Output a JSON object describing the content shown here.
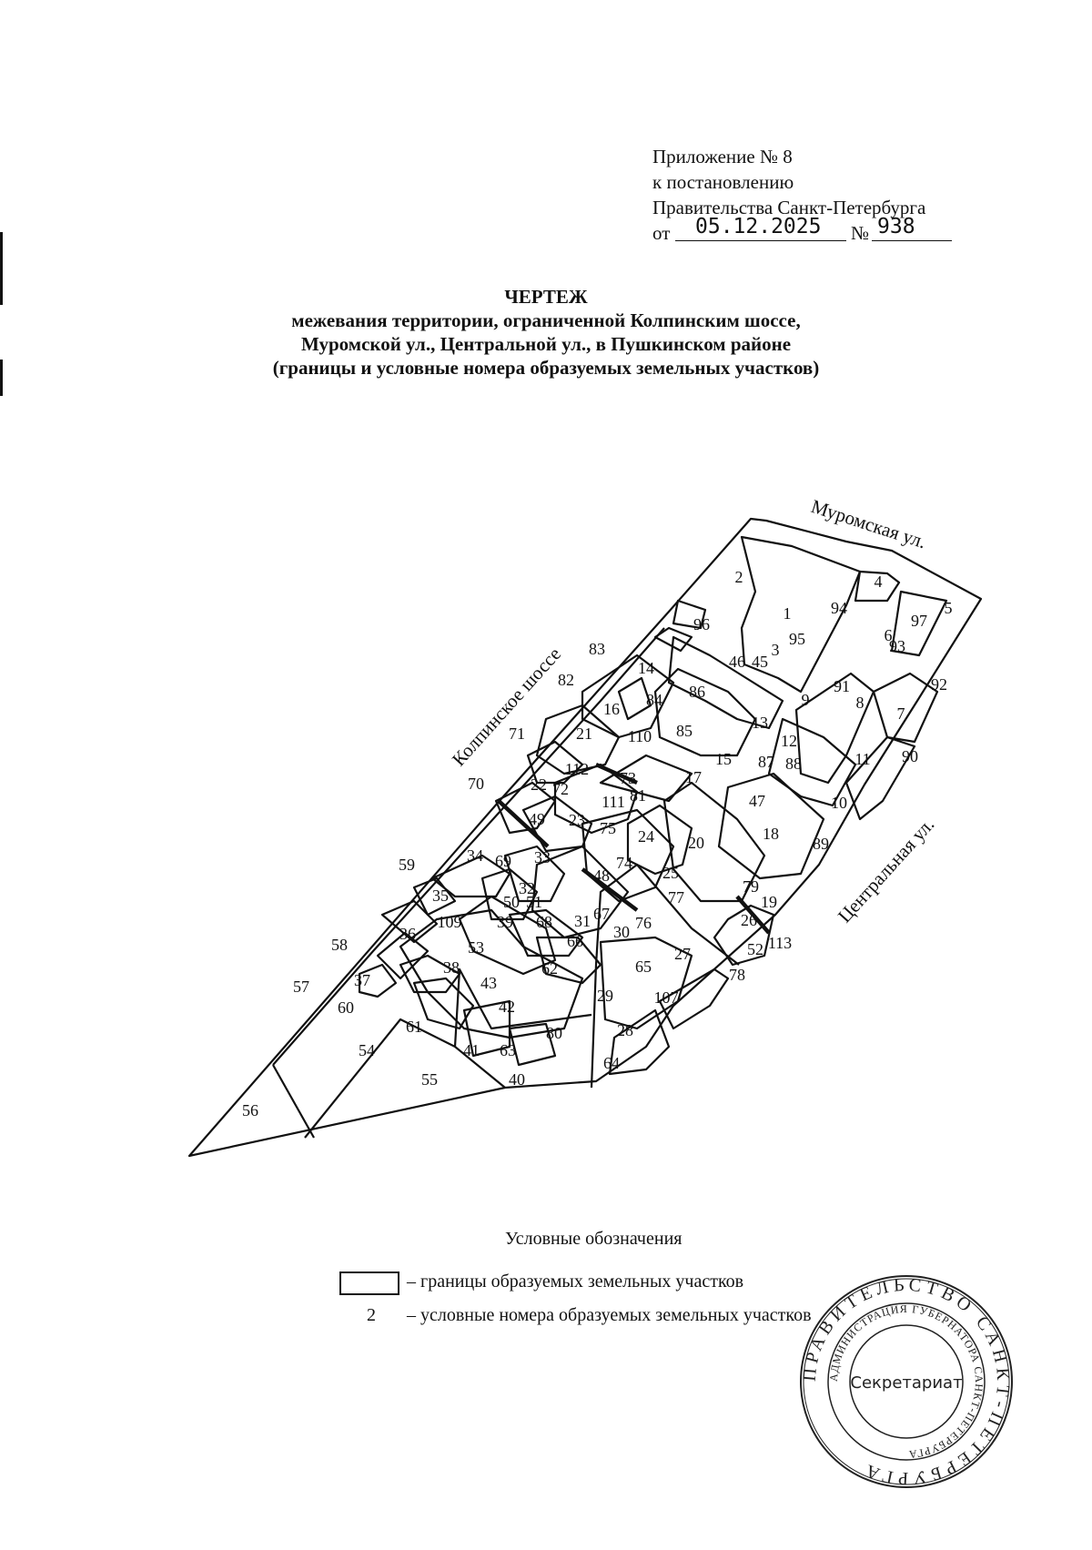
{
  "header": {
    "line1": "Приложение № 8",
    "line2": "к постановлению",
    "line3": "Правительства Санкт-Петербурга",
    "from_label": "от",
    "date": "05.12.2025",
    "number_sign": "№",
    "number": "938"
  },
  "title": {
    "heading": "ЧЕРТЕЖ",
    "line1": "межевания территории, ограниченной Колпинским шоссе,",
    "line2": "Муромской ул., Центральной ул., в Пушкинском районе",
    "line3": "(границы и условные номера образуемых земельных участков)"
  },
  "map": {
    "street_labels": [
      "Муромская ул.",
      "Колпинское шоссе",
      "Центральная ул."
    ],
    "parcel_numbers": [
      "1",
      "2",
      "3",
      "4",
      "5",
      "6",
      "7",
      "8",
      "9",
      "10",
      "11",
      "12",
      "13",
      "14",
      "15",
      "16",
      "17",
      "18",
      "19",
      "20",
      "21",
      "22",
      "23",
      "24",
      "25",
      "26",
      "27",
      "28",
      "29",
      "30",
      "31",
      "32",
      "33",
      "34",
      "35",
      "36",
      "37",
      "38",
      "39",
      "40",
      "41",
      "42",
      "43",
      "45",
      "46",
      "47",
      "48",
      "49",
      "50",
      "51",
      "52",
      "53",
      "54",
      "55",
      "56",
      "57",
      "58",
      "59",
      "60",
      "61",
      "62",
      "63",
      "64",
      "65",
      "66",
      "67",
      "68",
      "69",
      "70",
      "71",
      "72",
      "73",
      "74",
      "75",
      "76",
      "77",
      "78",
      "79",
      "80",
      "81",
      "82",
      "83",
      "84",
      "85",
      "86",
      "87",
      "88",
      "89",
      "90",
      "91",
      "92",
      "93",
      "94",
      "95",
      "96",
      "97",
      "107",
      "109",
      "110",
      "111",
      "112",
      "113"
    ]
  },
  "legend": {
    "heading": "Условные обозначения",
    "boundary_text": "– границы образуемых земельных участков",
    "number_sample": "2",
    "number_text": "– условные номера образуемых земельных участков"
  },
  "stamp": {
    "ring_text": "ПРАВИТЕЛЬСТВО САНКТ-ПЕТЕРБУРГА",
    "inner_ring_text": "АДМИНИСТРАЦИЯ ГУБЕРНАТОРА САНКТ-ПЕТЕРБУРГА",
    "center_text": "Секретариат"
  },
  "colors": {
    "ink": "#111111",
    "paper": "#ffffff"
  }
}
